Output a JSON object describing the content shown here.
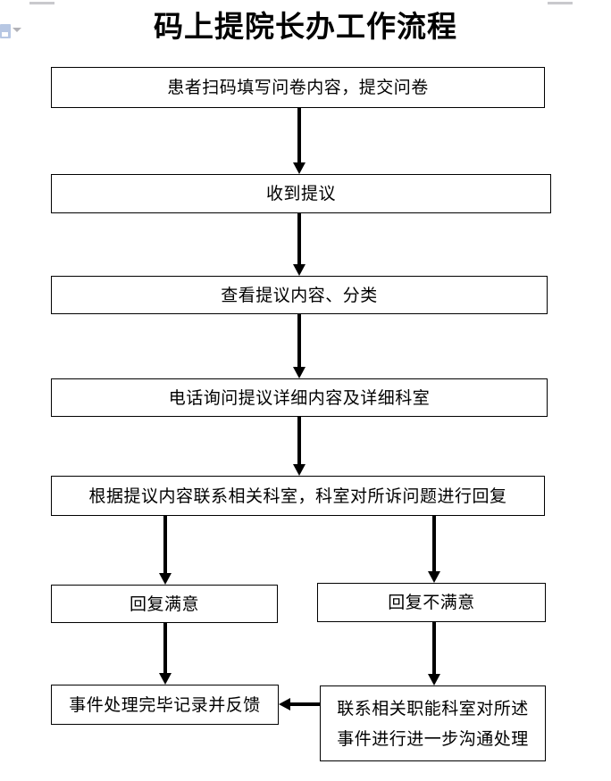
{
  "document": {
    "title": "码上提院长办工作流程",
    "background_color": "#ffffff",
    "line_color": "#000000"
  },
  "artifacts": {
    "ruler_mark_color": "#c9c9cd",
    "paste_badge_color": "#b7c7e3"
  },
  "chart_data": {
    "type": "diagram",
    "title": "码上提院长办工作流程",
    "nodes": [
      {
        "id": "n1",
        "label": "患者扫码填写问卷内容，提交问卷"
      },
      {
        "id": "n2",
        "label": "收到提议"
      },
      {
        "id": "n3",
        "label": "查看提议内容、分类"
      },
      {
        "id": "n4",
        "label": "电话询问提议详细内容及详细科室"
      },
      {
        "id": "n5",
        "label": "根据提议内容联系相关科室，科室对所诉问题进行回复"
      },
      {
        "id": "n6",
        "label": "回复满意"
      },
      {
        "id": "n7",
        "label": "回复不满意"
      },
      {
        "id": "n8",
        "label": "事件处理完毕记录并反馈"
      },
      {
        "id": "n9",
        "label_line1": "联系相关职能科室对所述",
        "label_line2": "事件进行进一步沟通处理"
      }
    ],
    "edges": [
      {
        "from": "n1",
        "to": "n2",
        "direction": "down"
      },
      {
        "from": "n2",
        "to": "n3",
        "direction": "down"
      },
      {
        "from": "n3",
        "to": "n4",
        "direction": "down"
      },
      {
        "from": "n4",
        "to": "n5",
        "direction": "down"
      },
      {
        "from": "n5",
        "to": "n6",
        "direction": "down"
      },
      {
        "from": "n5",
        "to": "n7",
        "direction": "down"
      },
      {
        "from": "n6",
        "to": "n8",
        "direction": "down"
      },
      {
        "from": "n7",
        "to": "n9",
        "direction": "down"
      },
      {
        "from": "n9",
        "to": "n8",
        "direction": "left"
      }
    ]
  }
}
